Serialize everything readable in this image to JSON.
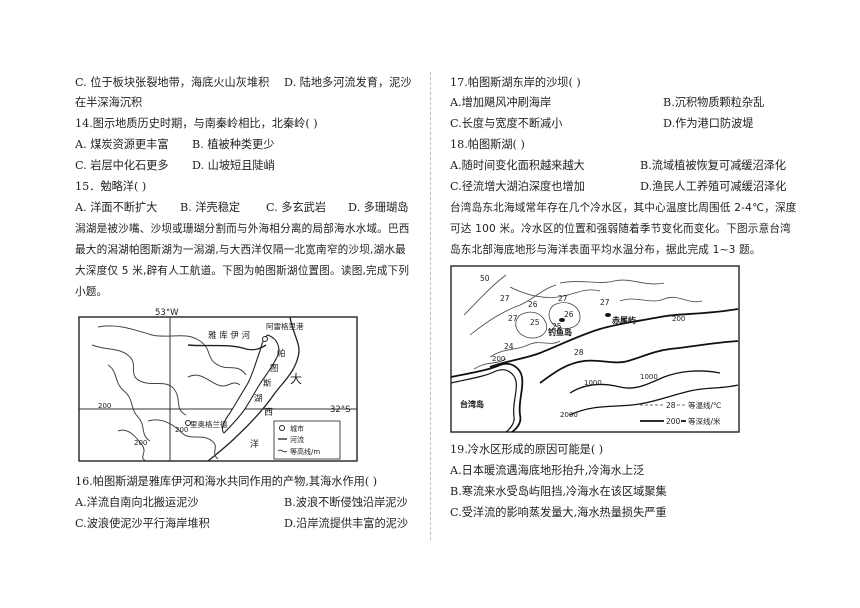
{
  "left": {
    "l1a": "C. 位于板块张裂地带，海底火山灰堆积",
    "l1b": "D. 陆地多河流发育，泥沙",
    "l2": "在半深海沉积",
    "q14": "14.图示地质历史时期，与南秦岭相比，北秦岭(   )",
    "q14a": "A. 煤炭资源更丰富",
    "q14b": "B. 植被种类更少",
    "q14c": "C. 岩层中化石更多",
    "q14d": "D. 山坡短且陡峭",
    "q15": "15．勉略洋(   )",
    "q15a": "A. 洋面不断扩大",
    "q15b": "B. 洋壳稳定",
    "q15c": "C. 多玄武岩",
    "q15d": "D. 多珊瑚岛",
    "p1": "潟湖是被沙嘴、沙坝或珊瑚分割而与外海相分离的局部海水水域。巴西",
    "p2": "最大的潟湖帕图斯湖为一潟湖,与大西洋仅隔一北宽南窄的沙坝,湖水最",
    "p3": "大深度仅 5 米,辟有人工航道。下图为帕图斯湖位置图。读图,完成下列",
    "p4": "小题。",
    "q16": "16.帕图斯湖是雅库伊河和海水共同作用的产物,其海水作用(   )",
    "q16a": "A.洋流自南向北搬运泥沙",
    "q16b": "B.波浪不断侵蚀沿岸泥沙",
    "q16c": "C.波浪使泥沙平行海岸堆积",
    "q16d": "D.沿岸流提供丰富的泥沙"
  },
  "map1": {
    "lon": "53°W",
    "lat": "32°S",
    "river": "雅  库  伊  河",
    "city_north": "阿雷格里港",
    "lake": [
      "帕",
      "图",
      "斯",
      "湖"
    ],
    "ocean1": "大",
    "ocean2": "西",
    "ocean3": "洋",
    "city_south": "里奥格兰德",
    "contour": "200",
    "legend_city": "城市",
    "legend_river": "河流",
    "legend_contour": "等高线/m"
  },
  "right": {
    "q17": "17.帕图斯湖东岸的沙坝(   )",
    "q17a": "A.增加飓风冲刷海岸",
    "q17b": "B.沉积物质颗粒杂乱",
    "q17c": "C.长度与宽度不断减小",
    "q17d": "D.作为港口防波堤",
    "q18": "18.帕图斯湖(   )",
    "q18a": "A.随时间变化面积越来越大",
    "q18b": "B.流域植被恢复可减缓沼泽化",
    "q18c": "C.径流增大湖泊深度也增加",
    "q18d": "D.渔民人工养殖可减缓沼泽化",
    "p1": "台湾岛东北海域常年存在几个冷水区，其中心温度比周围低 2-4℃，深度",
    "p2": "可达 100 米。冷水区的位置和强弱随着季节变化而变化。下图示意台湾",
    "p3": "岛东北部海底地形与海洋表面平均水温分布，据此完成 1~3 题。",
    "q19": "19.冷水区形成的原因可能是(   )",
    "q19a": "A.日本暖流遇海底地形抬升,冷海水上泛",
    "q19b": "B.寒流来水受岛屿阻挡,冷海水在该区域聚集",
    "q19c": "C.受洋流的影响蒸发量大,海水热量损失严重"
  },
  "map2": {
    "island1": "钓鱼岛",
    "island2": "赤尾屿",
    "taiwan": "台湾岛",
    "iso": [
      "50",
      "27",
      "26",
      "27",
      "25",
      "27",
      "26",
      "25",
      "24",
      "27",
      "28",
      "200",
      "200",
      "1000",
      "1000",
      "2000"
    ],
    "legend_temp_val": "28",
    "legend_temp": "等温线/℃",
    "legend_depth_val": "200",
    "legend_depth": "等深线/米"
  }
}
